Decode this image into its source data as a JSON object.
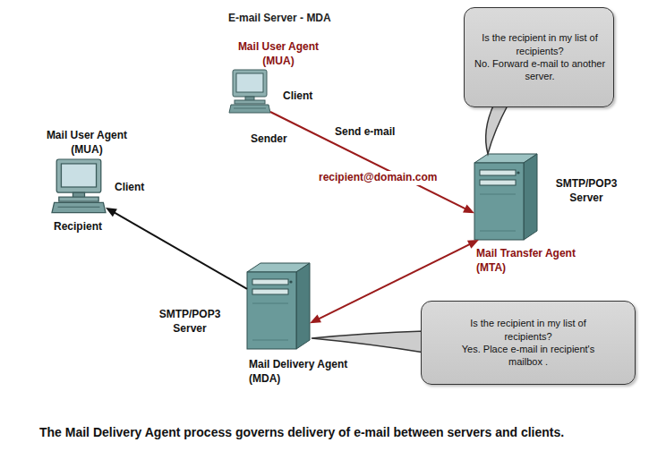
{
  "diagram": {
    "title": "E-mail Server - MDA",
    "caption": "The Mail Delivery Agent process governs delivery of e-mail between servers and clients.",
    "nodes": [
      {
        "text": [
          "Mail User Agent (MUA)",
          "Client",
          "Sender"
        ]
      },
      {
        "text": [
          "Is the recipient in my list of recipients?",
          "No. Forward e-mail to another server."
        ]
      },
      {
        "text": [
          "Mail User Agent (MUA)",
          "Client",
          "Recipient"
        ]
      },
      {
        "text": [
          "SMTP/POP3 Server",
          "Mail Transfer Agent (MTA)"
        ]
      },
      {
        "text": [
          "SMTP/POP3 Server",
          "Mail Delivery Agent (MDA)"
        ]
      },
      {
        "text": [
          "Is the recipient in my list of recipients?",
          "Yes. Place e-mail in recipient's mailbox ."
        ]
      }
    ],
    "edges": [
      {
        "from": 0,
        "to": 3,
        "arrow": "to",
        "label": "recipient@domain.com"
      },
      {
        "from": 3,
        "to": 4,
        "arrow": "both"
      },
      {
        "from": 4,
        "to": 2,
        "arrow": "to"
      }
    ],
    "labels": [
      "Send e-mail"
    ]
  }
}
